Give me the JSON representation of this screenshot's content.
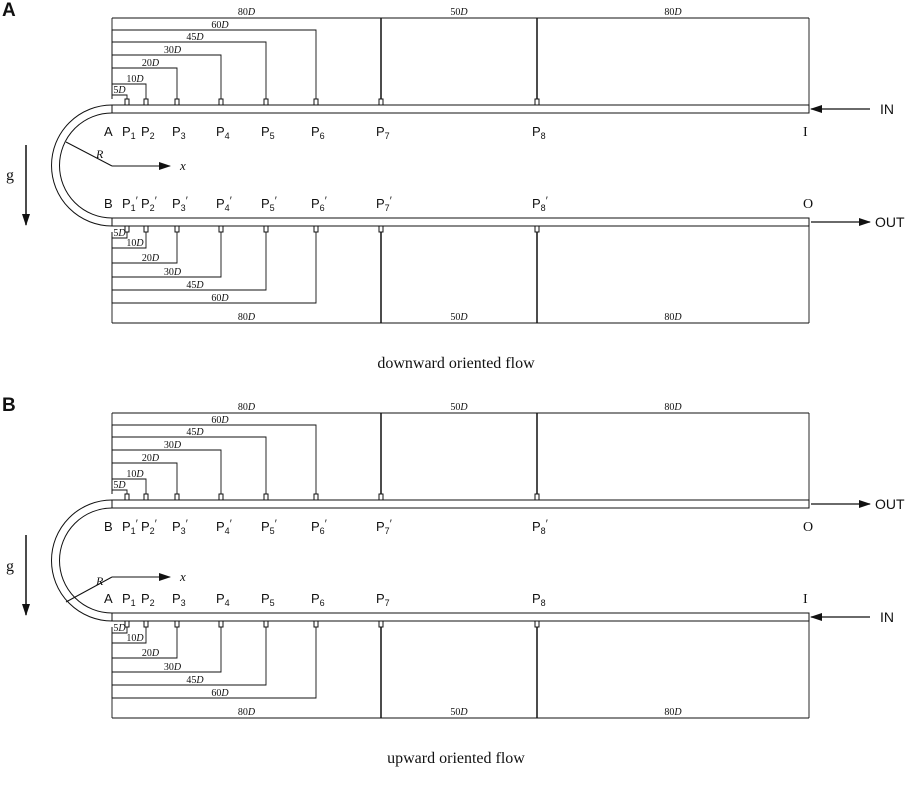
{
  "panels": [
    {
      "id": "A",
      "panel_label": "A",
      "caption": "downward oriented flow",
      "start_label": "A",
      "end_label": "I",
      "gravity_label": "g",
      "radius_label": "R",
      "x_label": "x",
      "mirrored": false,
      "top_row": "inlet",
      "inlet_label": "IN",
      "outlet_label": "OUT",
      "outlet_end_label": "O",
      "return_start_label": "B",
      "dims_top": [
        "5D",
        "10D",
        "20D",
        "30D",
        "45D",
        "60D",
        "80D",
        "50D",
        "80D"
      ],
      "dims_bottom": [
        "5D",
        "10D",
        "20D",
        "30D",
        "45D",
        "60D",
        "80D",
        "50D",
        "80D"
      ],
      "top_ports": [
        {
          "main": "P",
          "sub": "1",
          "prime": ""
        },
        {
          "main": "P",
          "sub": "2",
          "prime": ""
        },
        {
          "main": "P",
          "sub": "3",
          "prime": ""
        },
        {
          "main": "P",
          "sub": "4",
          "prime": ""
        },
        {
          "main": "P",
          "sub": "5",
          "prime": ""
        },
        {
          "main": "P",
          "sub": "6",
          "prime": ""
        },
        {
          "main": "P",
          "sub": "7",
          "prime": ""
        },
        {
          "main": "P",
          "sub": "8",
          "prime": ""
        }
      ],
      "bottom_ports": [
        {
          "main": "P",
          "sub": "1",
          "prime": "′"
        },
        {
          "main": "P",
          "sub": "2",
          "prime": "′"
        },
        {
          "main": "P",
          "sub": "3",
          "prime": "′"
        },
        {
          "main": "P",
          "sub": "4",
          "prime": "′"
        },
        {
          "main": "P",
          "sub": "5",
          "prime": "′"
        },
        {
          "main": "P",
          "sub": "6",
          "prime": "′"
        },
        {
          "main": "P",
          "sub": "7",
          "prime": "′"
        },
        {
          "main": "P",
          "sub": "8",
          "prime": "′"
        }
      ]
    },
    {
      "id": "B",
      "panel_label": "B",
      "caption": "upward oriented flow",
      "start_label": "A",
      "end_label": "I",
      "gravity_label": "g",
      "radius_label": "R",
      "x_label": "x",
      "mirrored": true,
      "top_row": "outlet",
      "inlet_label": "IN",
      "outlet_label": "OUT",
      "outlet_end_label": "O",
      "return_start_label": "B",
      "dims_top": [
        "5D",
        "10D",
        "20D",
        "30D",
        "45D",
        "60D",
        "80D",
        "50D",
        "80D"
      ],
      "dims_bottom": [
        "5D",
        "10D",
        "20D",
        "30D",
        "45D",
        "60D",
        "80D",
        "50D",
        "80D"
      ],
      "top_ports": [
        {
          "main": "P",
          "sub": "1",
          "prime": "′"
        },
        {
          "main": "P",
          "sub": "2",
          "prime": "′"
        },
        {
          "main": "P",
          "sub": "3",
          "prime": "′"
        },
        {
          "main": "P",
          "sub": "4",
          "prime": "′"
        },
        {
          "main": "P",
          "sub": "5",
          "prime": "′"
        },
        {
          "main": "P",
          "sub": "6",
          "prime": "′"
        },
        {
          "main": "P",
          "sub": "7",
          "prime": "′"
        },
        {
          "main": "P",
          "sub": "8",
          "prime": "′"
        }
      ],
      "bottom_ports": [
        {
          "main": "P",
          "sub": "1",
          "prime": ""
        },
        {
          "main": "P",
          "sub": "2",
          "prime": ""
        },
        {
          "main": "P",
          "sub": "3",
          "prime": ""
        },
        {
          "main": "P",
          "sub": "4",
          "prime": ""
        },
        {
          "main": "P",
          "sub": "5",
          "prime": ""
        },
        {
          "main": "P",
          "sub": "6",
          "prime": ""
        },
        {
          "main": "P",
          "sub": "7",
          "prime": ""
        },
        {
          "main": "P",
          "sub": "8",
          "prime": ""
        }
      ]
    }
  ]
}
